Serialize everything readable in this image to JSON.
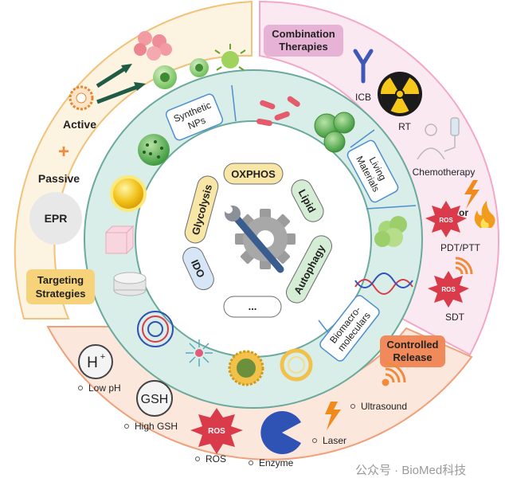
{
  "targeting": {
    "heading": "Targeting Strategies",
    "heading_line1": "Targeting",
    "heading_line2": "Strategies",
    "active": "Active",
    "plus": "+",
    "passive": "Passive",
    "epr": "EPR"
  },
  "combination": {
    "heading_line1": "Combination",
    "heading_line2": "Therapies",
    "icb": "ICB",
    "rt": "RT",
    "chemo": "Chemotherapy",
    "pdt": "PDT/PTT",
    "or": "or",
    "sdt": "SDT",
    "ros": "ROS"
  },
  "release": {
    "heading_line1": "Controlled",
    "heading_line2": "Release",
    "h_plus_symbol": "H",
    "h_plus_sup": "+",
    "low_ph": "Low pH",
    "gsh_symbol": "GSH",
    "high_gsh": "High GSH",
    "ros_symbol": "ROS",
    "ros": "ROS",
    "enzyme": "Enzyme",
    "laser": "Laser",
    "ultrasound": "Ultrasound"
  },
  "carriers": {
    "synthetic_line1": "Synthetic",
    "synthetic_line2": "NPs",
    "living_line1": "Living",
    "living_line2": "Materials",
    "bio_line1": "Biomacro-",
    "bio_line2": "moleculars"
  },
  "center": {
    "oxphos": "OXPHOS",
    "glycolysis": "Glycolysis",
    "lipid": "Lipid",
    "ido": "IDO",
    "autophagy": "Autophagy",
    "more": "..."
  },
  "watermark": "公众号 · BioMed科技",
  "colors": {
    "targeting_bg": "#fdf3e1",
    "targeting_border": "#f0c27a",
    "combination_bg": "#fbe9f1",
    "combination_border": "#f2a8c6",
    "release_bg": "#fbe7dc",
    "release_border": "#f0a07a",
    "carrier_ring": "#d9ede9",
    "carrier_border": "#6aa99c",
    "pill_yellow": "#f7e6a6",
    "pill_blue": "#d6e6f7",
    "pill_green": "#d5ecd5",
    "accent_orange": "#f08a3c",
    "ros_red": "#d93b4a"
  }
}
